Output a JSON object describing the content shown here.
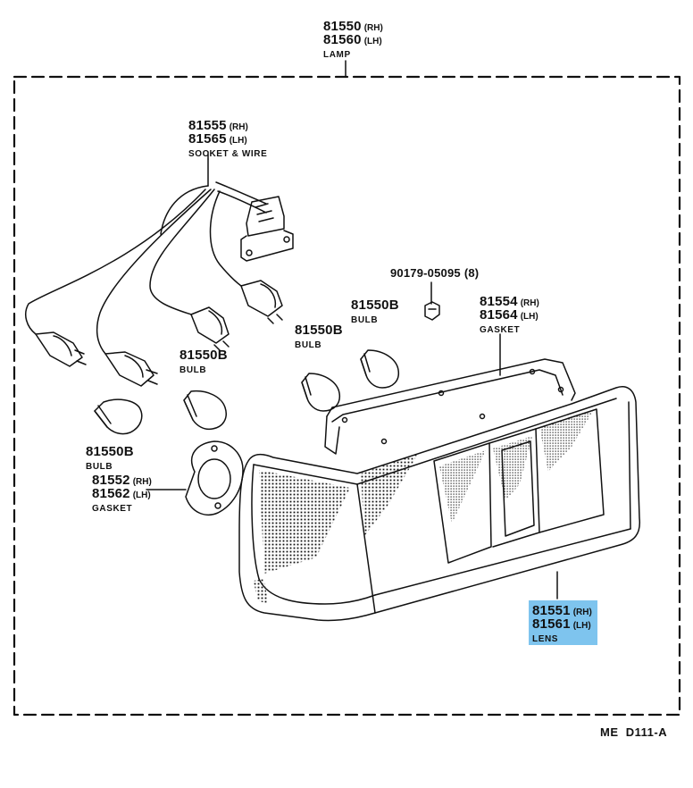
{
  "callouts": {
    "lamp": {
      "part_rh": "81550",
      "side_rh": "(RH)",
      "part_lh": "81560",
      "side_lh": "(LH)",
      "name": "LAMP"
    },
    "socket_wire": {
      "part_rh": "81555",
      "side_rh": "(RH)",
      "part_lh": "81565",
      "side_lh": "(LH)",
      "name": "SOCKET & WIRE"
    },
    "nut": {
      "part": "90179-05095",
      "qty": "(8)"
    },
    "bulb_center_right": {
      "part": "81550B",
      "name": "BULB"
    },
    "bulb_center_left": {
      "part": "81550B",
      "name": "BULB"
    },
    "bulb_mid": {
      "part": "81550B",
      "name": "BULB"
    },
    "bulb_left": {
      "part": "81550B",
      "name": "BULB"
    },
    "gasket_rear": {
      "part_rh": "81554",
      "side_rh": "(RH)",
      "part_lh": "81564",
      "side_lh": "(LH)",
      "name": "GASKET"
    },
    "gasket_socket": {
      "part_rh": "81552",
      "side_rh": "(RH)",
      "part_lh": "81562",
      "side_lh": "(LH)",
      "name": "GASKET"
    },
    "lens": {
      "part_rh": "81551",
      "side_rh": "(RH)",
      "part_lh": "81561",
      "side_lh": "(LH)",
      "name": "LENS",
      "highlighted": true
    }
  },
  "diagram_code": "ME  D111-A",
  "colors": {
    "line": "#111111",
    "highlight": "#7ec4ee",
    "background": "#ffffff"
  }
}
